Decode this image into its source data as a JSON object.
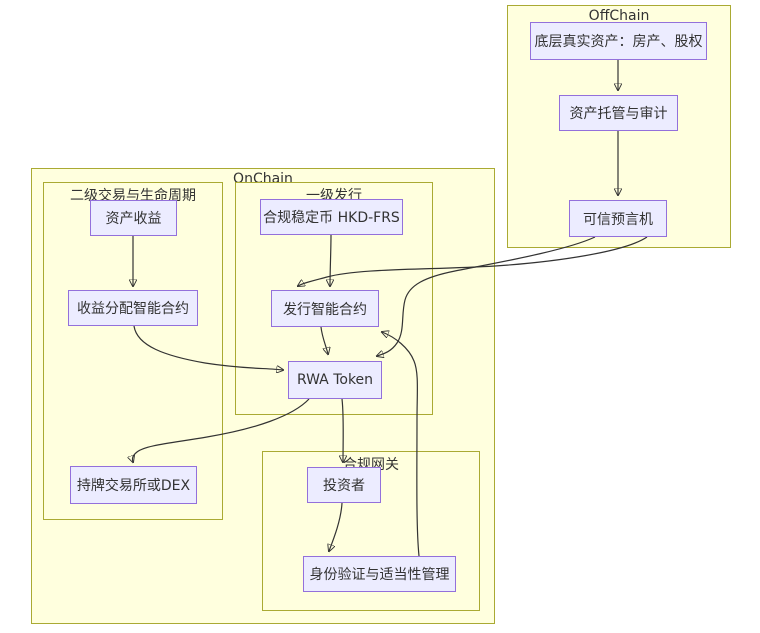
{
  "diagram": {
    "type": "flowchart",
    "containers": {
      "offchain": {
        "title": "OffChain"
      },
      "onchain": {
        "title": "OnChain"
      },
      "secondary": {
        "title": "二级交易与生命周期"
      },
      "primary": {
        "title": "一级发行"
      },
      "gateway": {
        "title": "合规网关"
      }
    },
    "nodes": {
      "underlying": {
        "label": "底层真实资产：房产、股权"
      },
      "custody": {
        "label": "资产托管与审计"
      },
      "oracle": {
        "label": "可信预言机"
      },
      "income": {
        "label": "资产收益"
      },
      "distribution": {
        "label": "收益分配智能合约"
      },
      "exchange": {
        "label": "持牌交易所或DEX"
      },
      "stablecoin": {
        "label": "合规稳定币 HKD-FRS"
      },
      "issuance": {
        "label": "发行智能合约"
      },
      "token": {
        "label": "RWA Token"
      },
      "investor": {
        "label": "投资者"
      },
      "kyc": {
        "label": "身份验证与适当性管理"
      }
    },
    "edges": [
      {
        "from": "underlying",
        "to": "custody"
      },
      {
        "from": "custody",
        "to": "oracle"
      },
      {
        "from": "oracle",
        "to": "issuance"
      },
      {
        "from": "oracle",
        "to": "token"
      },
      {
        "from": "stablecoin",
        "to": "issuance"
      },
      {
        "from": "issuance",
        "to": "token"
      },
      {
        "from": "income",
        "to": "distribution"
      },
      {
        "from": "distribution",
        "to": "token"
      },
      {
        "from": "token",
        "to": "exchange"
      },
      {
        "from": "token",
        "to": "investor"
      },
      {
        "from": "investor",
        "to": "kyc"
      },
      {
        "from": "kyc",
        "to": "issuance"
      }
    ],
    "colors": {
      "node_fill": "#ECECFF",
      "node_border": "#9370DB",
      "container_fill": "#ffffde",
      "container_border": "#aaaa33",
      "edge": "#333333",
      "text": "#333333",
      "background": "#ffffff"
    }
  }
}
